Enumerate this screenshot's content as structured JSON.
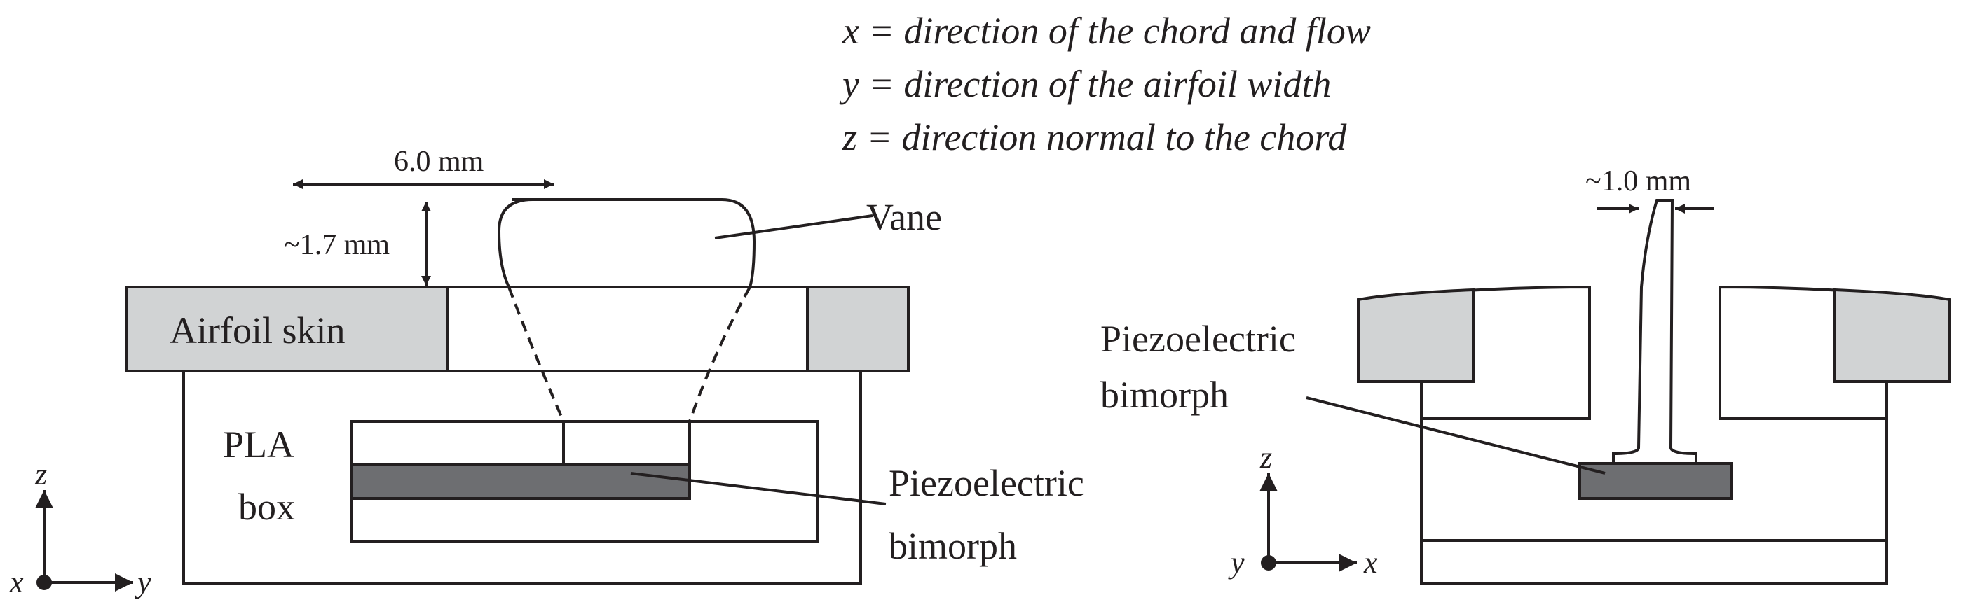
{
  "legend": {
    "x_def": "x = direction of the chord and flow",
    "y_def": "y = direction of the airfoil width",
    "z_def": "z = direction normal to the chord"
  },
  "left_view": {
    "width_dim": "6.0 mm",
    "height_dim": "~1.7 mm",
    "vane_label": "Vane",
    "skin_label": "Airfoil skin",
    "box_label_line1": "PLA",
    "box_label_line2": "box",
    "piezo_line1": "Piezoelectric",
    "piezo_line2": "bimorph",
    "axes": {
      "out_of_page": "x",
      "horizontal": "y",
      "vertical": "z"
    }
  },
  "right_view": {
    "thickness_dim": "~1.0 mm",
    "piezo_line1": "Piezoelectric",
    "piezo_line2": "bimorph",
    "axes": {
      "into_page": "y",
      "horizontal": "x",
      "vertical": "z"
    }
  },
  "colors": {
    "stroke": "#231f20",
    "skin_fill": "#d1d3d4",
    "piezo_fill": "#6d6e71"
  }
}
